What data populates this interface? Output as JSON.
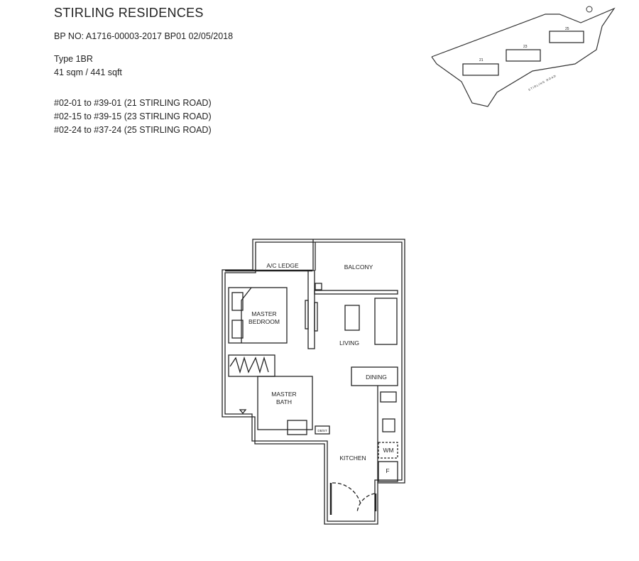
{
  "header": {
    "project_name": "STIRLING  RESIDENCES",
    "bp_number": "BP NO: A1716-00003-2017 BP01   02/05/2018",
    "unit_type": "Type 1BR",
    "unit_area": "41 sqm / 441 sqft",
    "unit_ranges": [
      "#02-01 to #39-01   (21 STIRLING ROAD)",
      "#02-15 to #39-15   (23 STIRLING ROAD)",
      "#02-24 to #37-24   (25 STIRLING ROAD)"
    ]
  },
  "site_plan": {
    "blocks": [
      "21",
      "23",
      "25"
    ],
    "road_label": "STIRLING ROAD"
  },
  "floor_plan": {
    "rooms": {
      "ac_ledge": "A/C LEDGE",
      "balcony": "BALCONY",
      "bedroom_line1": "MASTER",
      "bedroom_line2": "BEDROOM",
      "living": "LIVING",
      "dining": "DINING",
      "bath_line1": "MASTER",
      "bath_line2": "BATH",
      "kitchen": "KITCHEN",
      "dbst": "DB/ST",
      "washing_machine": "WM",
      "fridge": "F"
    }
  }
}
